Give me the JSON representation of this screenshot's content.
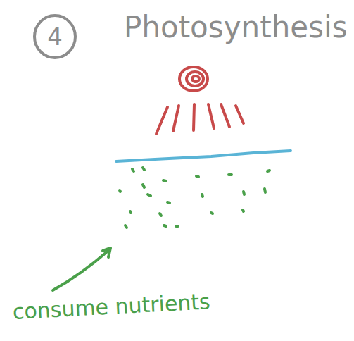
{
  "diagram": {
    "title": "Photosynthesis",
    "nodes": [
      {
        "text": [
          "4"
        ]
      }
    ],
    "labels": [
      "consume nutrients"
    ]
  }
}
